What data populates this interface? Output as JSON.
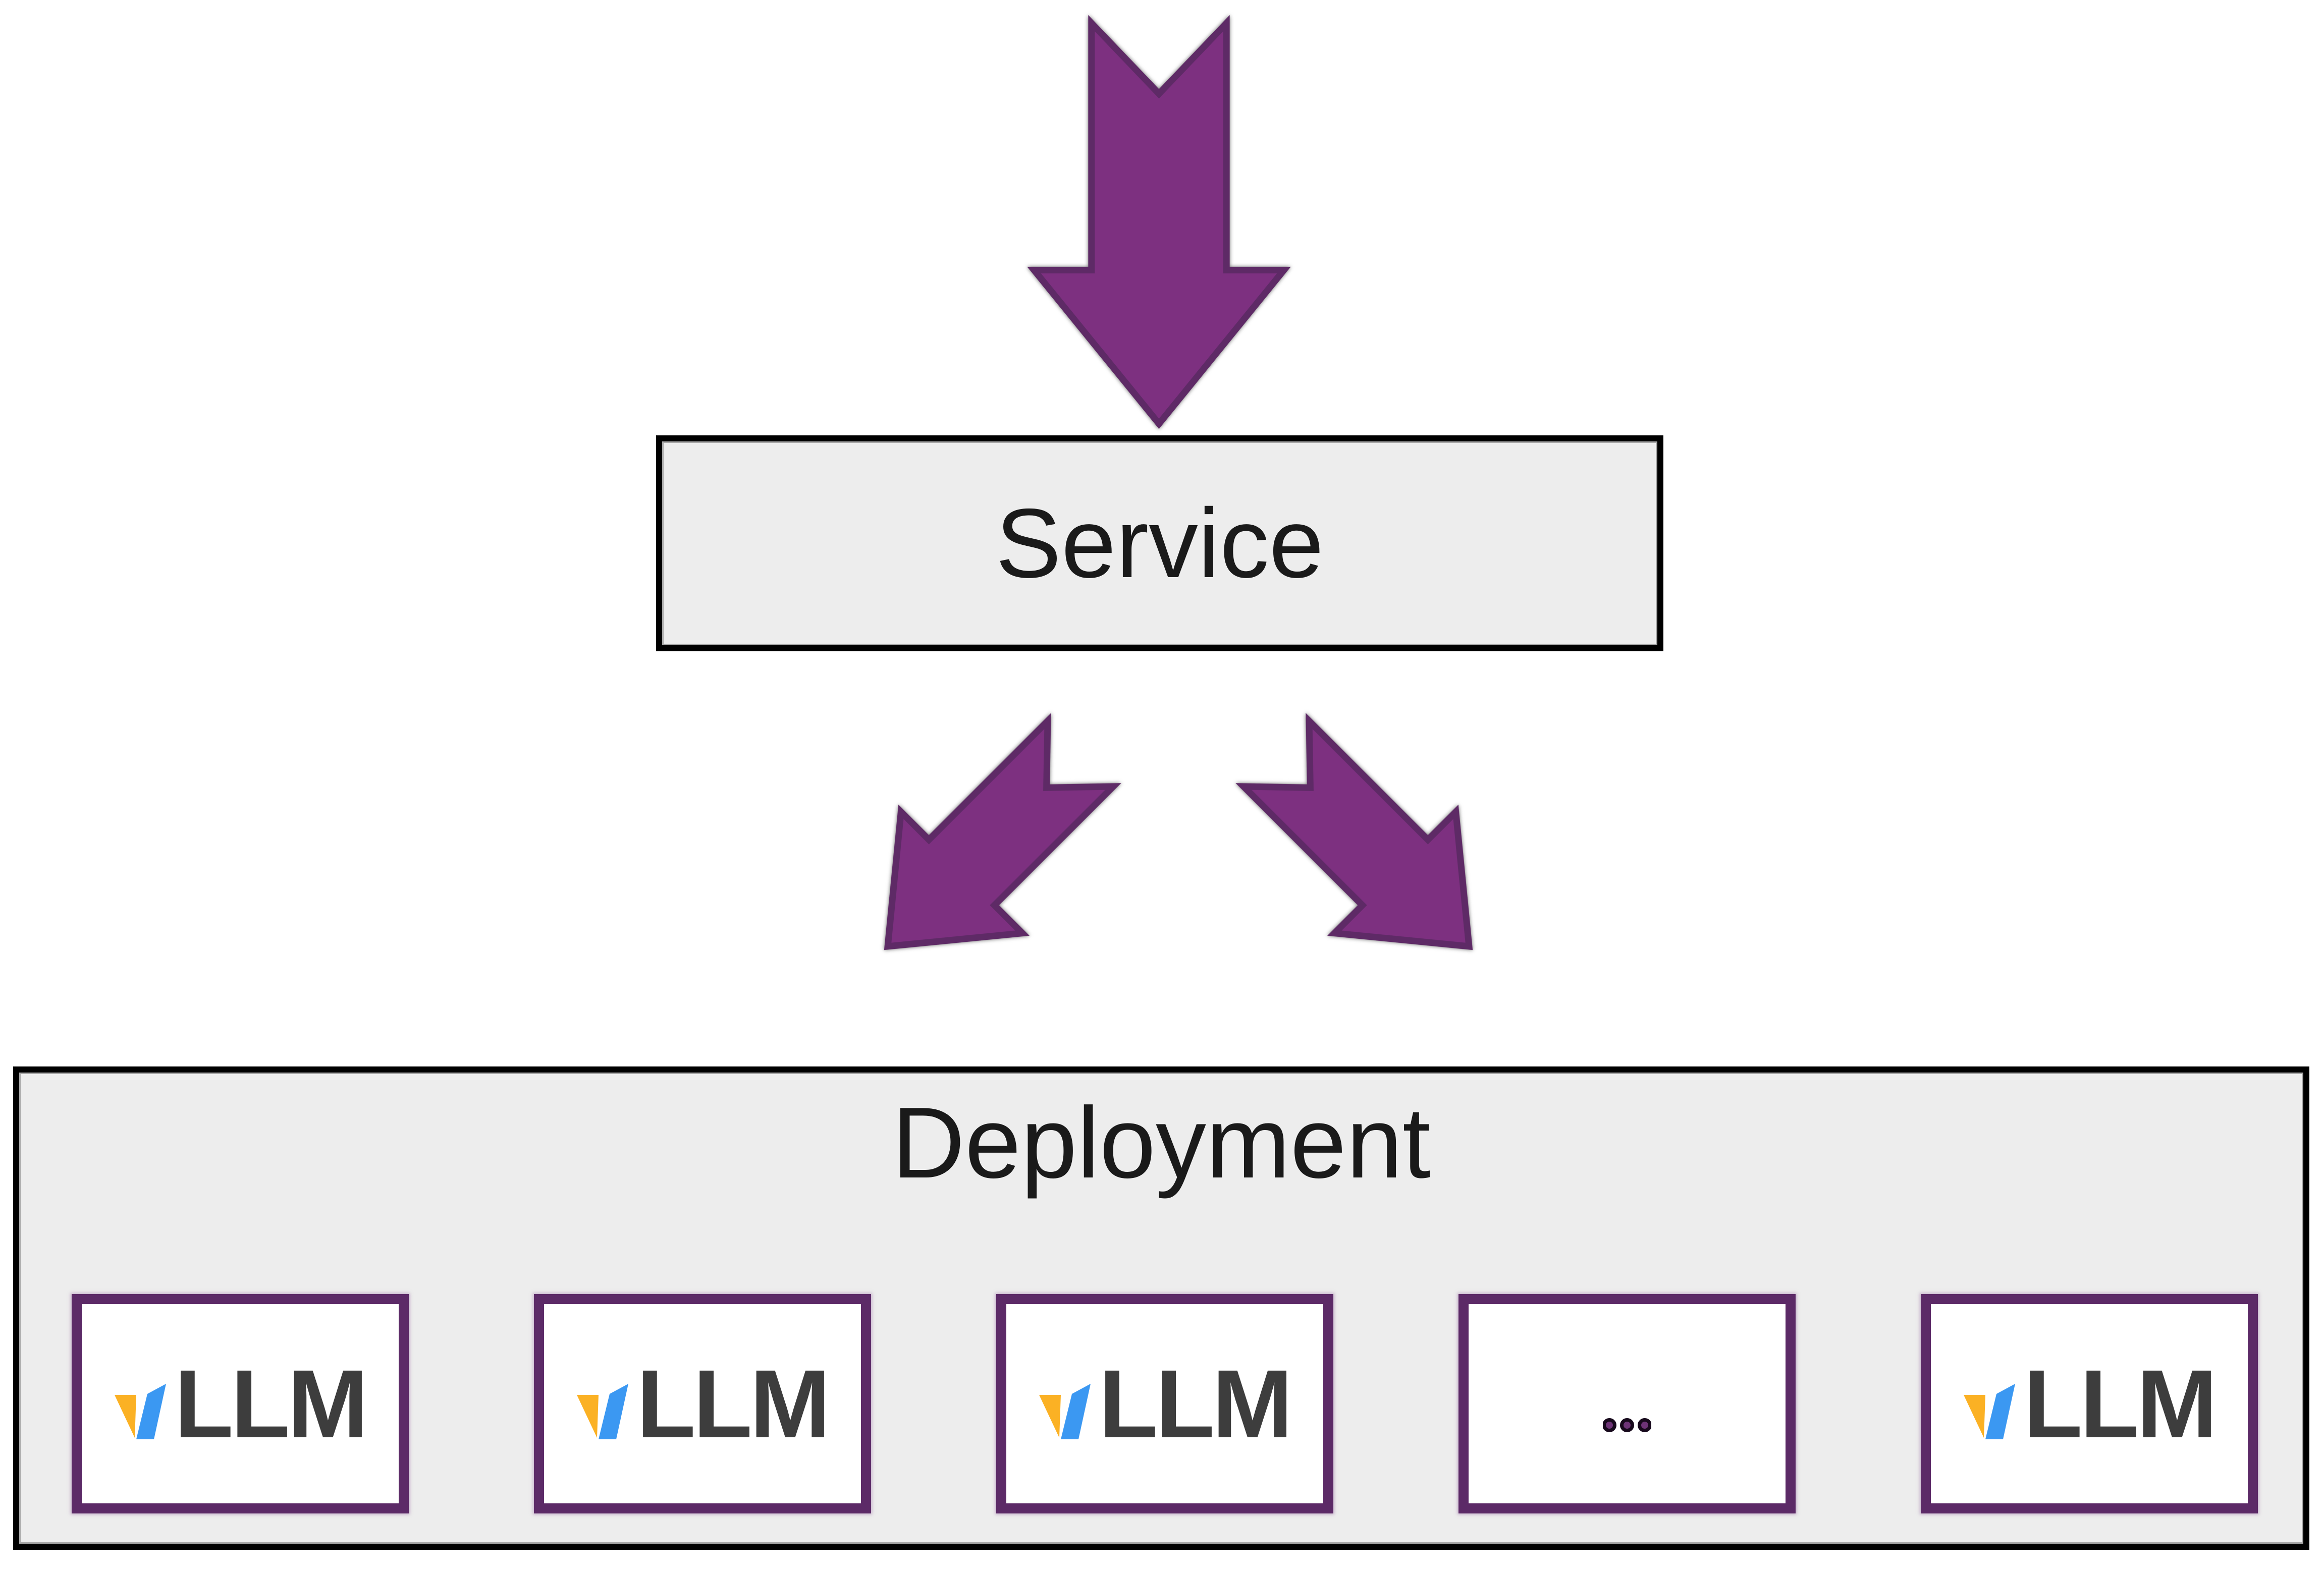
{
  "service": {
    "label": "Service"
  },
  "deployment": {
    "label": "Deployment",
    "items": [
      {
        "kind": "vllm",
        "label": "LLM"
      },
      {
        "kind": "vllm",
        "label": "LLM"
      },
      {
        "kind": "vllm",
        "label": "LLM"
      },
      {
        "kind": "ellipsis",
        "label": "..."
      },
      {
        "kind": "vllm",
        "label": "LLM"
      }
    ]
  },
  "arrows": [
    {
      "id": "arrow-top",
      "direction": "down"
    },
    {
      "id": "arrow-left",
      "direction": "down-left"
    },
    {
      "id": "arrow-right",
      "direction": "down-right"
    }
  ],
  "colors": {
    "arrow_fill": "#7d3080",
    "arrow_border": "#5e2a66",
    "panel_fill": "#ededed",
    "panel_border": "#000000",
    "vllm_box_border": "#5c2a67",
    "vllm_text": "#3d3d3d",
    "vllm_yellow": "#fbb124",
    "vllm_blue": "#3b98f2",
    "dots_fill": "#6d3376",
    "dots_outline": "#17091c",
    "label_text": "#1a1a1a"
  }
}
